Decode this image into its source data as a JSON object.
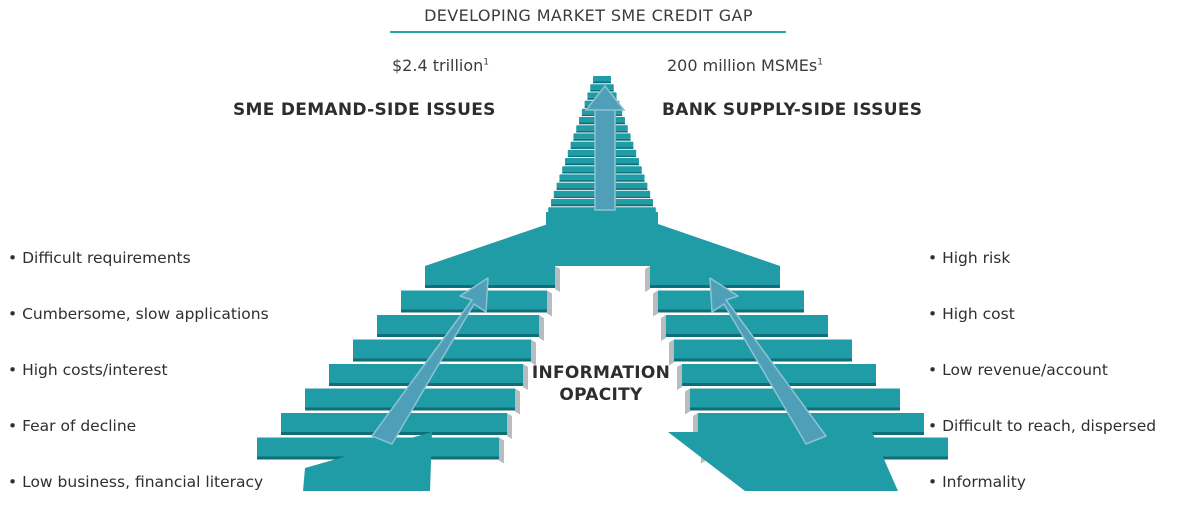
{
  "title": "DEVELOPING MARKET SME CREDIT GAP",
  "stats": {
    "left": {
      "value": "$2.4 trillion",
      "note": "1"
    },
    "right": {
      "value": "200 million MSMEs",
      "note": "1"
    }
  },
  "left": {
    "heading": "SME DEMAND-SIDE ISSUES",
    "items": [
      "Difficult requirements",
      "Cumbersome, slow applications",
      "High costs/interest",
      "Fear of decline",
      "Low business, financial literacy"
    ]
  },
  "right": {
    "heading": "BANK SUPPLY-SIDE ISSUES",
    "items": [
      "High risk",
      "High cost",
      "Low revenue/account",
      "Difficult to reach, dispersed",
      "Informality"
    ]
  },
  "center_label": [
    "INFORMATION",
    "OPACITY"
  ],
  "colors": {
    "step": "#1f9ca5",
    "step_shadow": "#0f6e78",
    "step_side": "#b8bcbf",
    "arrow": "#4f9fb8",
    "rule": "#2aa5a7"
  }
}
